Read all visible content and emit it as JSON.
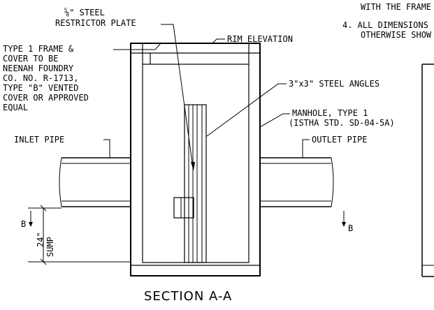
{
  "notes": {
    "note3_tail": "WITH THE FRAME",
    "note4_line1": "4. ALL DIMENSIONS",
    "note4_line2": "OTHERWISE SHOW"
  },
  "labels": {
    "restrictor_line1": "⅝\" STEEL",
    "restrictor_line2": "RESTRICTOR PLATE",
    "rim_elevation": "RIM ELEVATION",
    "frame_line1": "TYPE 1 FRAME &",
    "frame_line2": "COVER TO BE",
    "frame_line3": "NEENAH FOUNDRY",
    "frame_line4": "CO. NO. R-1713,",
    "frame_line5": "TYPE \"B\" VENTED",
    "frame_line6": "COVER OR APPROVED",
    "frame_line7": "EQUAL",
    "angles": "3\"x3\" STEEL ANGLES",
    "manhole_line1": "MANHOLE, TYPE 1",
    "manhole_line2": "(ISTHA STD. SD-04-5A)",
    "inlet_pipe": "INLET PIPE",
    "outlet_pipe": "OUTLET PIPE",
    "section_marker_left": "B",
    "section_marker_right": "B",
    "sump_dim": "24\"",
    "sump_word": "SUMP"
  },
  "title": "SECTION A-A"
}
